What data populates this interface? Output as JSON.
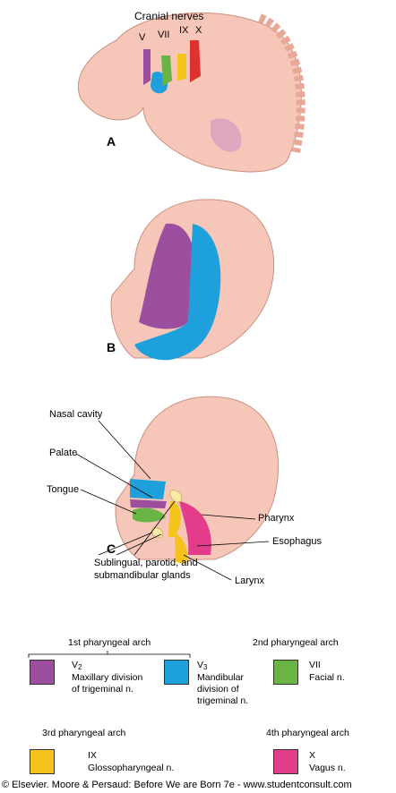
{
  "panel_a": {
    "letter": "A",
    "title": "Cranial nerves",
    "nerve_labels": [
      "V",
      "VII",
      "IX",
      "X"
    ]
  },
  "panel_b": {
    "letter": "B"
  },
  "panel_c": {
    "letter": "C",
    "labels": {
      "nasal_cavity": "Nasal cavity",
      "palate": "Palate",
      "tongue": "Tongue",
      "pharynx": "Pharynx",
      "esophagus": "Esophagus",
      "larynx": "Larynx",
      "glands_line1": "Sublingual, parotid, and",
      "glands_line2": "submandibular glands"
    }
  },
  "legend": {
    "arch1": "1st pharyngeal arch",
    "arch2": "2nd pharyngeal arch",
    "arch3": "3rd pharyngeal arch",
    "arch4": "4th pharyngeal arch",
    "v2": {
      "nerve": "V",
      "sub": "2",
      "line1": "Maxillary division",
      "line2": "of trigeminal n."
    },
    "v3": {
      "nerve": "V",
      "sub": "3",
      "line1": "Mandibular",
      "line2": "division of",
      "line3": "trigeminal n."
    },
    "vii": {
      "nerve": "VII",
      "line1": "Facial n."
    },
    "ix": {
      "nerve": "IX",
      "line1": "Glossopharyngeal n."
    },
    "x": {
      "nerve": "X",
      "line1": "Vagus n."
    }
  },
  "colors": {
    "skin": "#f6c7b8",
    "skin_dark": "#e9a897",
    "maxillary": "#9b4f9e",
    "mandibular": "#1ea0dc",
    "facial": "#6ab446",
    "glosso": "#f6c21c",
    "vagus": "#e23c8a",
    "red": "#e0302f",
    "gland": "#f7e9a6"
  },
  "copyright": "© Elsevier. Moore & Persaud: Before We are Born 7e - www.studentconsult.com"
}
